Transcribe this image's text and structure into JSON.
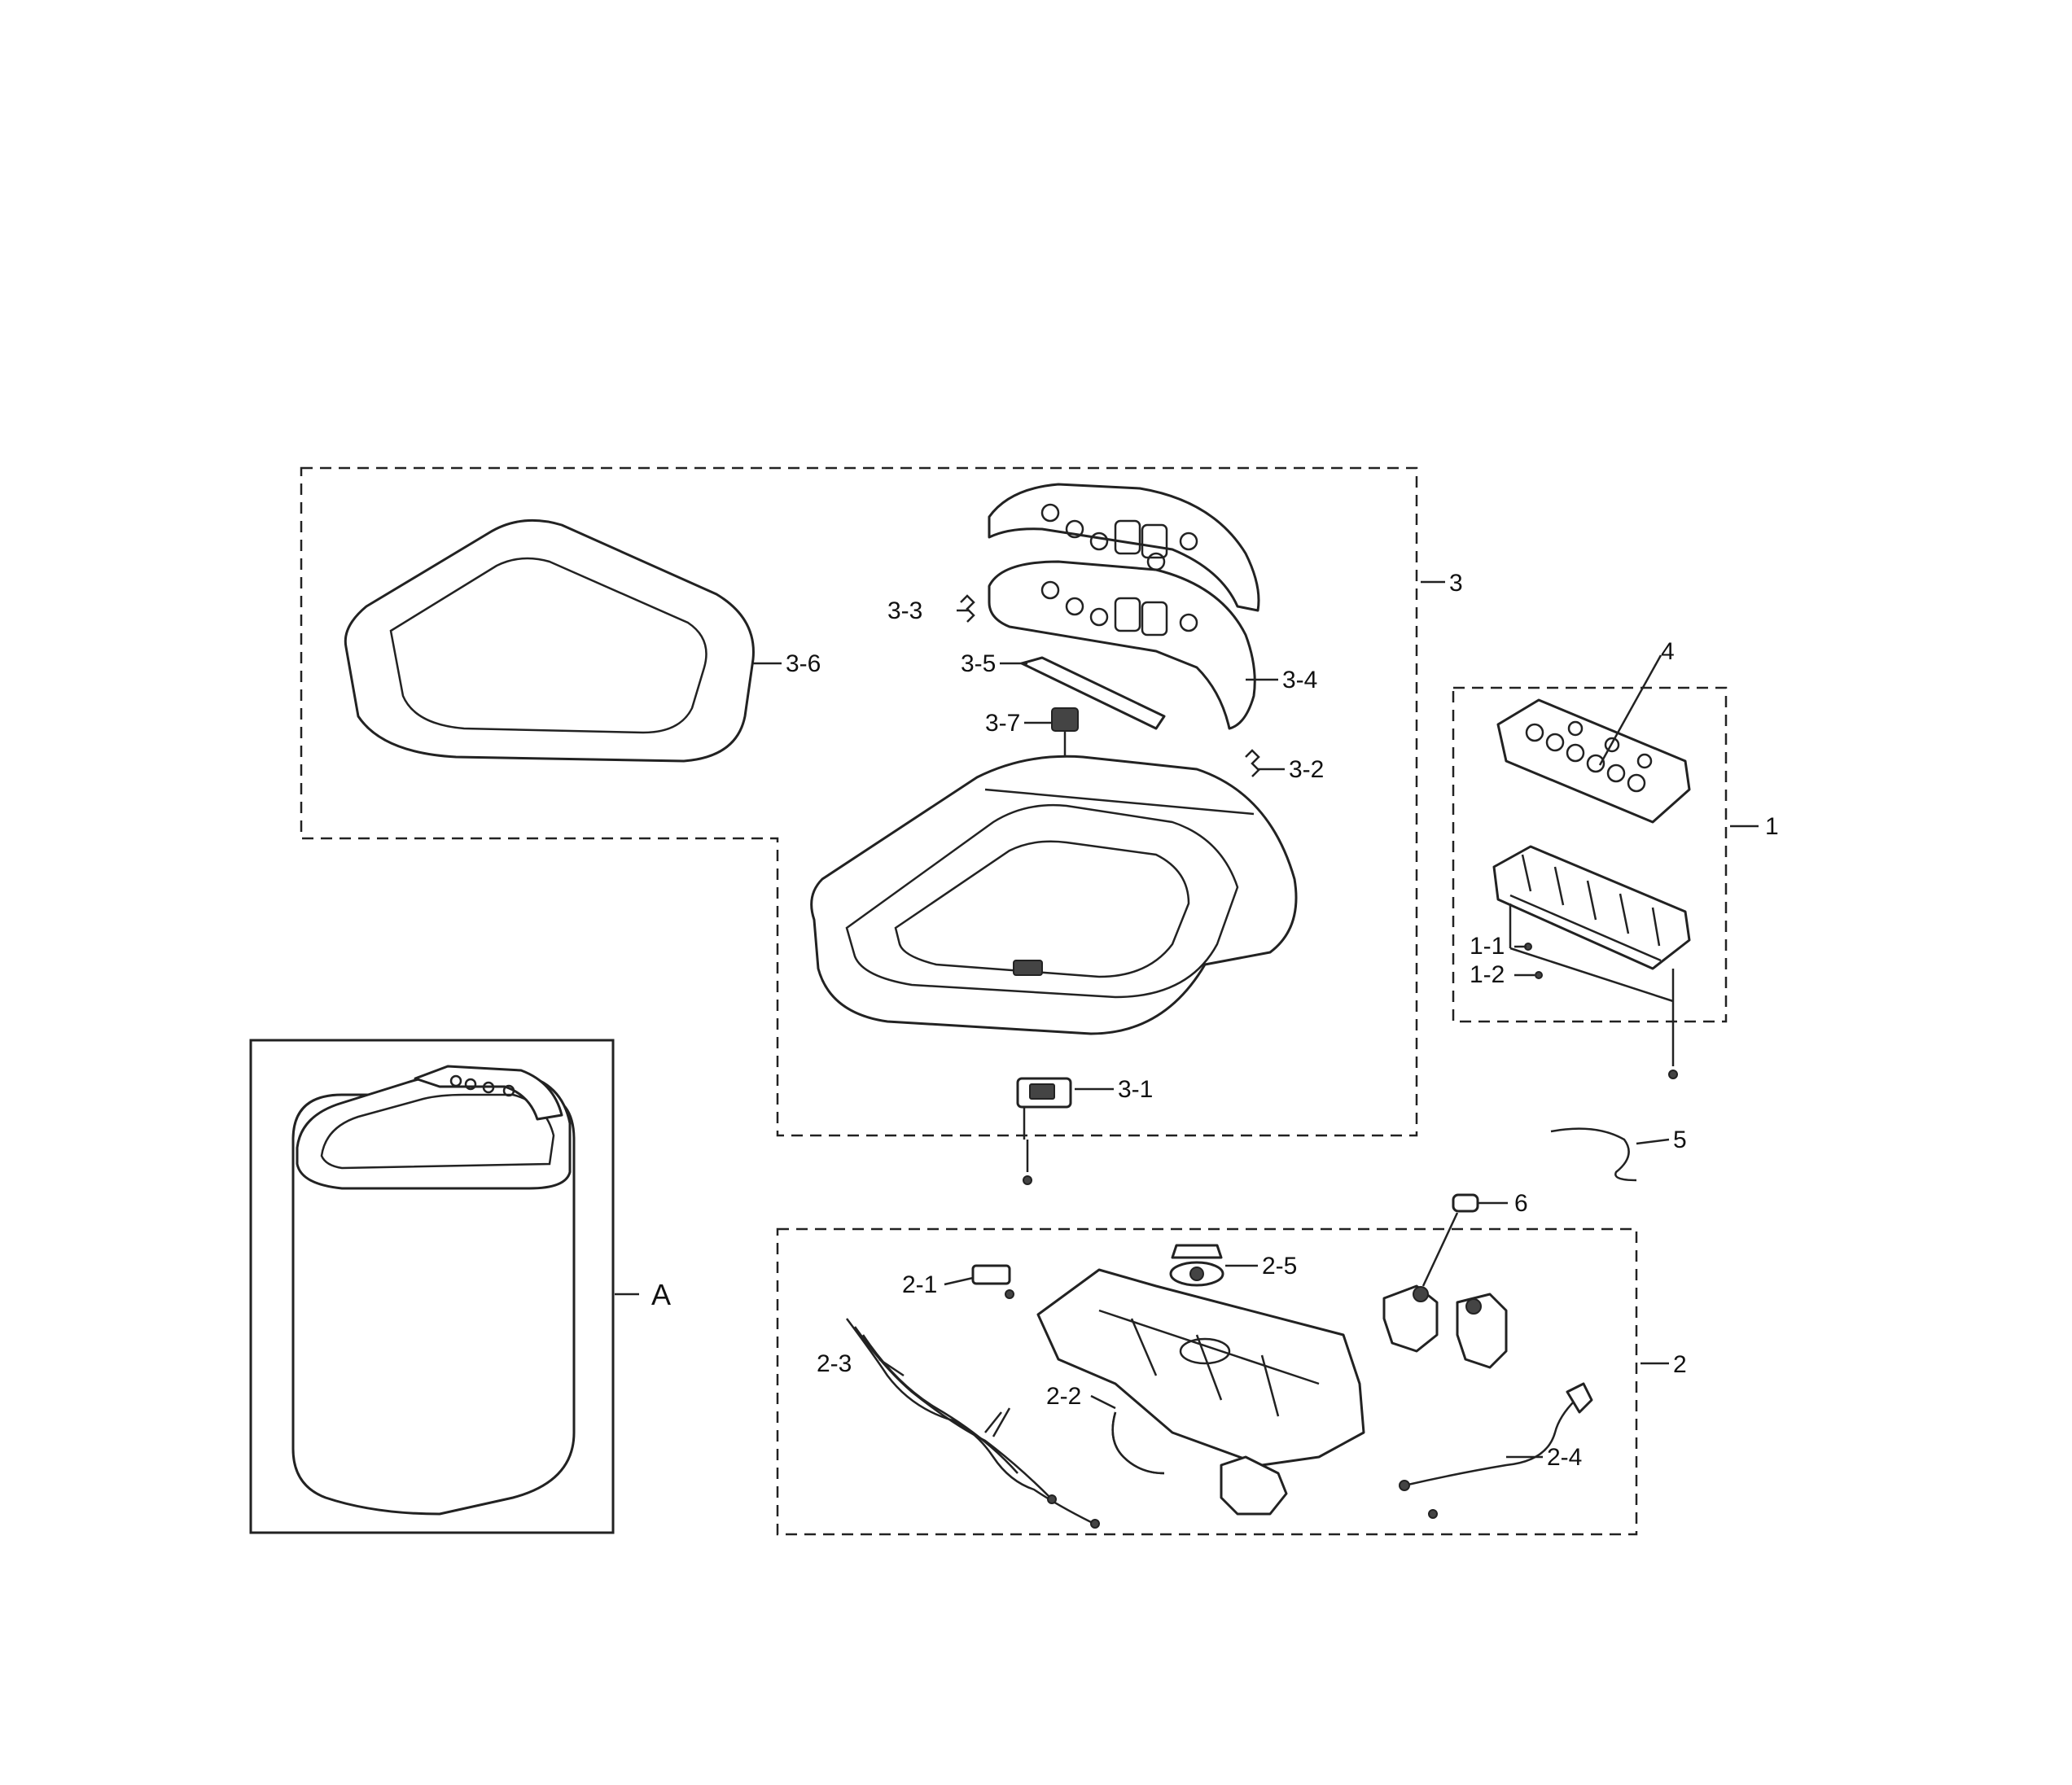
{
  "labels": {
    "l_1": "1",
    "l_1_1": "1-1",
    "l_1_2": "1-2",
    "l_2": "2",
    "l_2_1": "2-1",
    "l_2_2": "2-2",
    "l_2_3": "2-3",
    "l_2_4": "2-4",
    "l_2_5": "2-5",
    "l_3": "3",
    "l_3_1": "3-1",
    "l_3_2": "3-2",
    "l_3_3": "3-3",
    "l_3_4": "3-4",
    "l_3_5": "3-5",
    "l_3_6": "3-6",
    "l_3_7": "3-7",
    "l_4": "4",
    "l_5": "5",
    "l_6": "6",
    "l_A": "A"
  }
}
